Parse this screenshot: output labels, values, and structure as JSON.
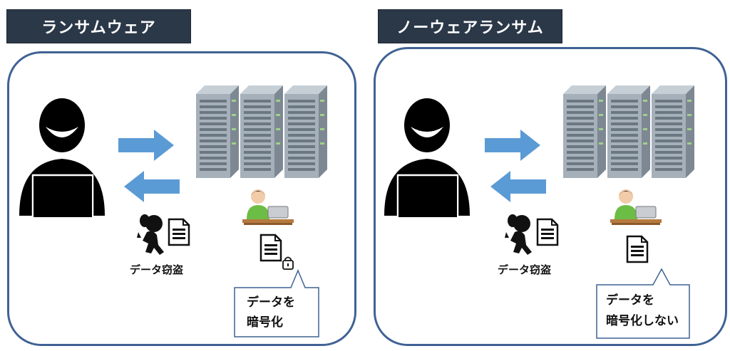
{
  "left": {
    "title": "ランサムウェア",
    "theft_label": "データ窃盗",
    "callout_line1": "データを",
    "callout_line2": "暗号化"
  },
  "right": {
    "title": "ノーウェアランサム",
    "theft_label": "データ窃盗",
    "callout_line1": "データを",
    "callout_line2": "暗号化しない"
  },
  "colors": {
    "title_bg": "#2b3848",
    "panel_border": "#3f6294",
    "arrow": "#5b9bd5",
    "server": "#9aa5b0"
  },
  "icons": [
    "hacker-icon",
    "server-rack-icon",
    "arrow-right-icon",
    "arrow-left-icon",
    "thief-icon",
    "document-icon",
    "lock-icon",
    "office-worker-icon"
  ]
}
